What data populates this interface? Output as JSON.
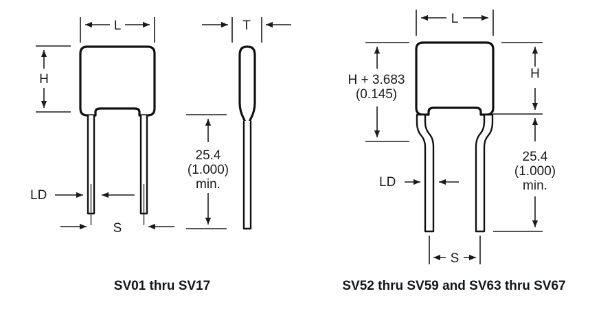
{
  "figure": {
    "title": "Radial leaded capacitor outline drawings",
    "stroke_color": "#111111",
    "text_color": "#1a1a1a",
    "background": "#ffffff"
  },
  "left_figure": {
    "caption": "SV01 thru SV17",
    "labels": {
      "length": "L",
      "height": "H",
      "thickness": "T",
      "lead_diameter": "LD",
      "spacing": "S"
    },
    "lead_length_note": {
      "line1": "25.4",
      "line2": "(1.000)",
      "line3": "min."
    }
  },
  "right_figure": {
    "caption": "SV52 thru SV59 and SV63 thru SV67",
    "labels": {
      "length": "L",
      "height": "H",
      "lead_diameter": "LD",
      "spacing": "S"
    },
    "height_note": {
      "line1": "H + 3.683",
      "line2": "(0.145)"
    },
    "lead_length_note": {
      "line1": "25.4",
      "line2": "(1.000)",
      "line3": "min."
    }
  }
}
